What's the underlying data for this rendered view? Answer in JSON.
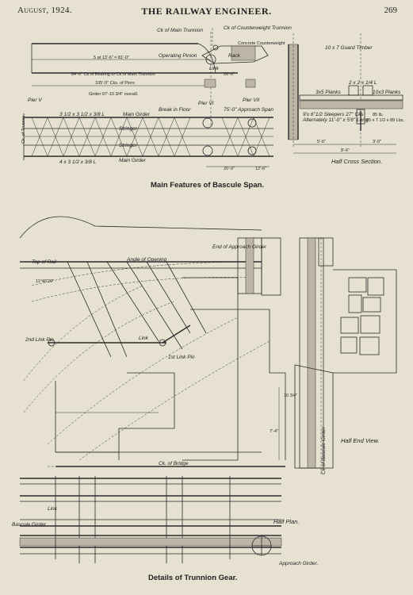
{
  "header": {
    "date": "August, 1924.",
    "title": "THE RAILWAY ENGINEER.",
    "page_number": "269"
  },
  "figure1": {
    "caption": "Main Features of Bascule Span.",
    "labels": {
      "main_trunnion": "Ck of Main Trunnion",
      "counterweight_trunnion": "Ck of Counterweight Trunnion",
      "rack": "Rack",
      "concrete_counterweight": "Concrete Counterweight",
      "operating_pinion": "Operating Pinion",
      "link": "Link",
      "bearing_dim": "84'-0\" Ck of Bearing to Ck of Main Trunnion",
      "piers_dim": "105'-0\" Cks. of Piers",
      "panels_dim": "5 at 13'-6\" = 81'-0\"",
      "dim_20": "20'-0\"",
      "girder_overall": "Girder 97'-10 3/4\" overall.",
      "pier_v": "Pier V",
      "pier_vi": "Pier VI",
      "pier_vii": "Pier VII",
      "break_in_floor": "Break in Floor",
      "approach_span": "75'-0\" Approach Span",
      "main_girder_top": "Main Girder",
      "stringer_top": "Stringer",
      "stringer_bottom": "Stringer",
      "main_girder_bottom": "Main Girder",
      "angle_top": "3 1/2 x 3 1/2 x 3/8 L",
      "angle_bottom": "4 x 3 1/2 x 3/8 L",
      "dim_20b": "20'-0\"",
      "dim_12": "12'-6\"",
      "guard_timber": "10 x 7 Guard Timber",
      "angle_small": "2 x 2 x 1/4 L",
      "planks_left": "3x5 Planks",
      "planks_right": "10x3 Planks",
      "sleepers": "9'x 6\"1/2 Sleepers 27\" Cks",
      "alternately": "Alternately 11'-0\" x 5'6\" Long",
      "rail_spec": "85 lb.",
      "rail_spec2": "85 x 7 1/2 x 89 Lbs.",
      "dim_5_6": "5'-6\"",
      "dim_3_0": "3'-0\"",
      "dim_8_6": "8'-6\"",
      "half_cross_section": "Half Cross Section."
    }
  },
  "figure2": {
    "caption": "Details of Trunnion Gear.",
    "labels": {
      "top_of_rail": "Top of Rail",
      "angle_of_opening": "Angle of Opening",
      "angle_value": "11°40'20\"",
      "end_of_approach_girder": "End of Approach Girder",
      "link_pin_2nd": "2nd Link Pin",
      "link": "Link",
      "link_pin_1st": "1st Link Pin",
      "dim_7_4": "7'-4\"",
      "dim_10": "10 3/4\"",
      "bascule_girder_ck": "Ck of Bascule Girder",
      "half_end_view": "Half End View.",
      "ck_of_bridge": "Ck. of Bridge",
      "half_plan": "Half Plan.",
      "plan_link": "Link",
      "bascule_girder": "Bascule Girder",
      "approach_girder": "Approach Girder."
    }
  }
}
